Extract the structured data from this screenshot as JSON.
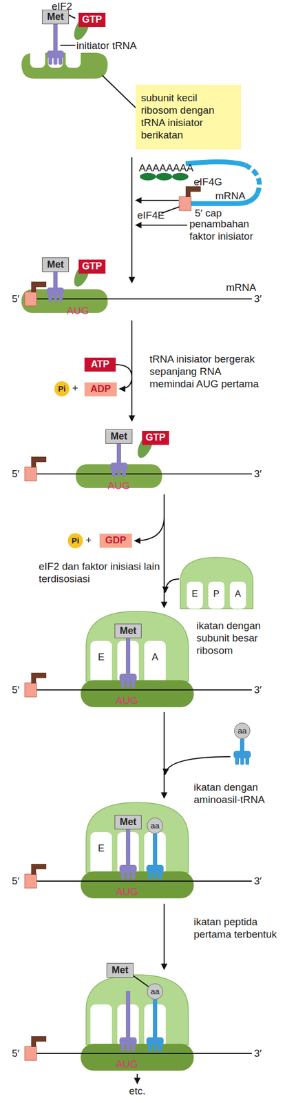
{
  "diagram": {
    "nodes": [
      {
        "text": [
          "Met"
        ]
      },
      {
        "text": [
          "GTP"
        ]
      },
      {
        "text": [
          "subunit kecil ribosom dengan tRNA inisiator berikatan"
        ]
      },
      {
        "text": [
          "Met"
        ]
      },
      {
        "text": [
          "GTP"
        ]
      },
      {
        "text": [
          "ATP"
        ]
      },
      {
        "text": [
          "Pi"
        ]
      },
      {
        "text": [
          "ADP"
        ]
      },
      {
        "text": [
          "Met"
        ]
      },
      {
        "text": [
          "GTP"
        ]
      },
      {
        "text": [
          "Pi"
        ]
      },
      {
        "text": [
          "GDP"
        ]
      },
      {
        "text": [
          "Met"
        ]
      },
      {
        "text": [
          "aa"
        ]
      },
      {
        "text": [
          "Met"
        ]
      },
      {
        "text": [
          "aa"
        ]
      },
      {
        "text": [
          "Met"
        ]
      },
      {
        "text": [
          "aa"
        ]
      }
    ],
    "labels": [
      "eIF2",
      "initiator tRNA",
      "AAAAAAAA",
      "eIF4G",
      "mRNA",
      "eIF4E",
      "5′ cap",
      "penambahan faktor inisiator",
      "5′",
      "mRNA",
      "3′",
      "AUG",
      "tRNA inisiator bergerak sepanjang RNA memindai AUG pertama",
      "+",
      "5′",
      "3′",
      "AUG",
      "+",
      "eIF2 dan faktor inisiasi lain terdisosiasi",
      "E",
      "P",
      "A",
      "ikatan dengan subunit besar ribosom",
      "E",
      "A",
      "5′",
      "3′",
      "AUG",
      "ikatan dengan aminoasil-tRNA",
      "E",
      "5′",
      "3′",
      "AUG",
      "ikatan peptida pertama terbentuk",
      "5′",
      "3′",
      "AUG",
      "etc."
    ]
  }
}
